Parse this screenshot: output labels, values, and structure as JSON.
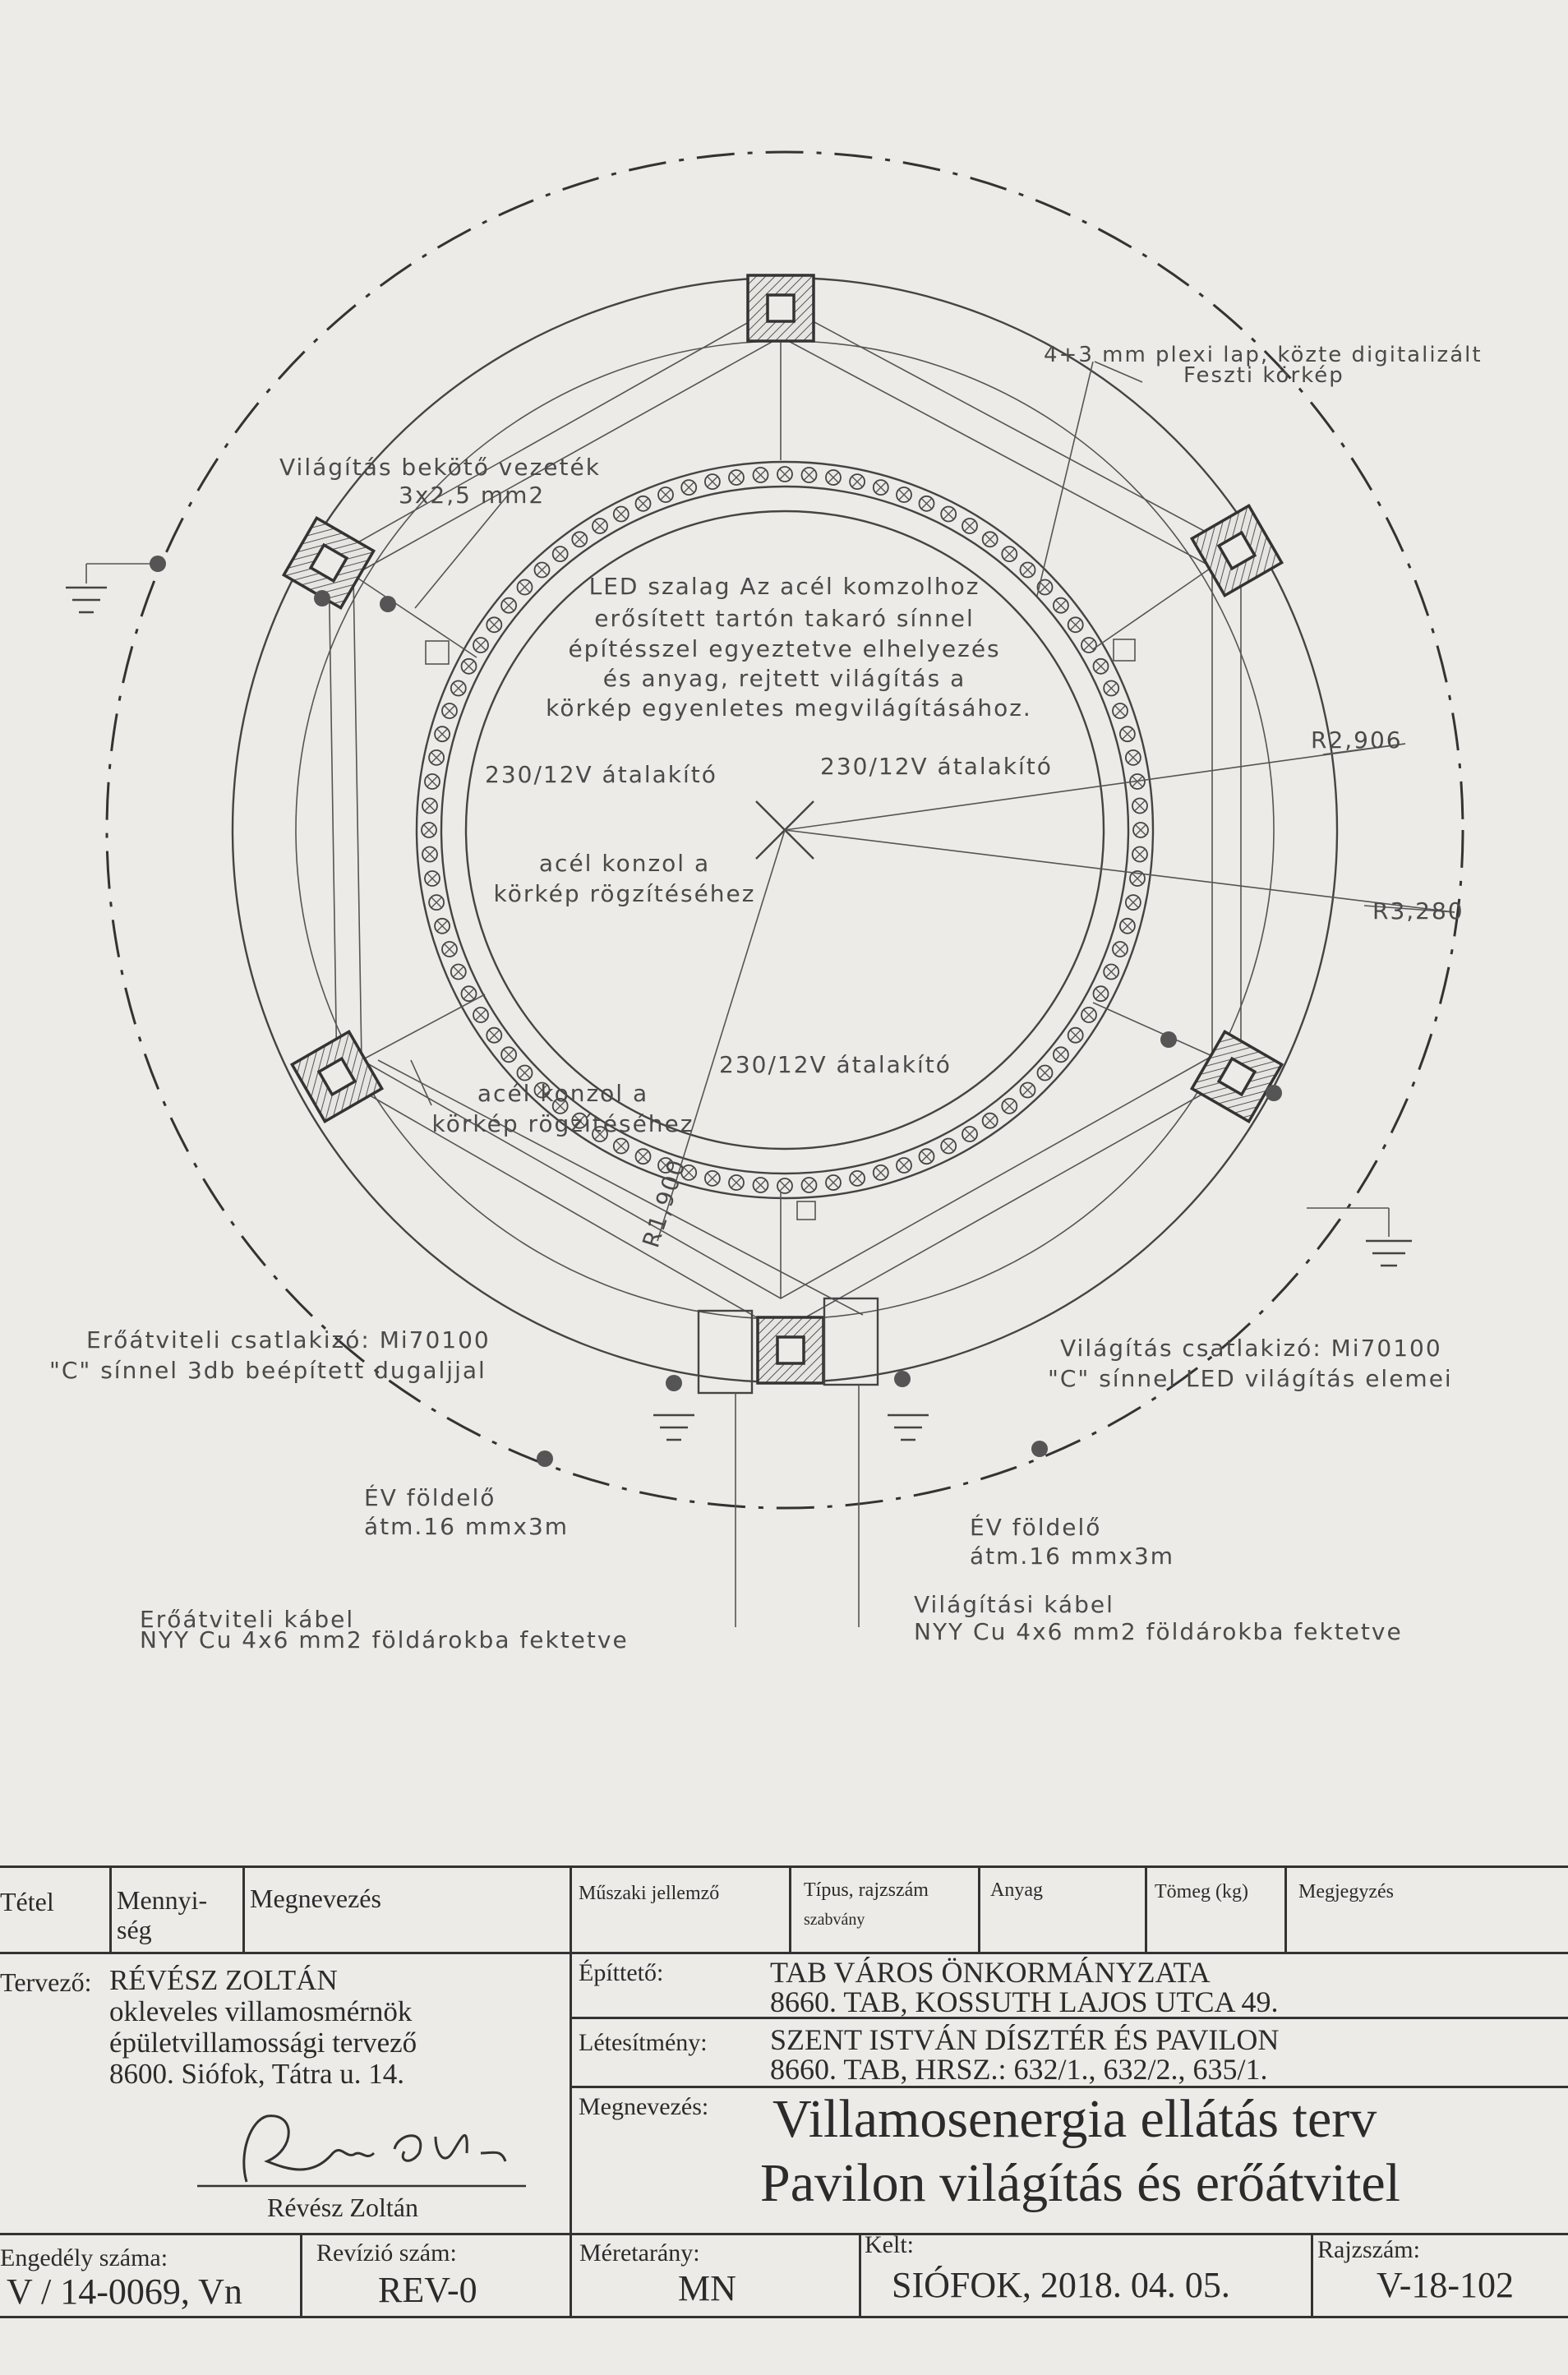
{
  "drawing": {
    "labels": {
      "plexi": [
        "4+3 mm plexi lap, közte digitalizált",
        "Feszti körkép"
      ],
      "vilagitas_bekoto": [
        "Világítás bekötő vezeték",
        "3x2,5 mm2"
      ],
      "led_szalag": [
        "LED szalag Az acél komzolhoz",
        "erősített tartón takaró sínnel",
        "építésszel egyeztetve elhelyezés",
        "és anyag, rejtett világítás a",
        "körkép egyenletes megvilágításához."
      ],
      "atalakito_1": "230/12V átalakító",
      "atalakito_2": "230/12V átalakító",
      "atalakito_3": "230/12V átalakító",
      "acel_konzol_1": [
        "acél konzol a",
        "körkép rögzítéséhez"
      ],
      "acel_konzol_2": [
        "acél konzol a",
        "körkép rögzítéséhez"
      ],
      "r_outer": "R3,280",
      "r_mid": "R2,906",
      "r_inner": "R1,900",
      "eroatviteli_csatlakozo": [
        "Erőátviteli csatlakizó: Mi70100",
        "\"C\" sínnel 3db beépített dugaljjal"
      ],
      "vilagitas_csatlakozo": [
        "Világítás csatlakizó: Mi70100",
        "\"C\" sínnel LED világítás elemei"
      ],
      "ev_foldelo_left": [
        "ÉV földelő",
        "átm.16 mmx3m"
      ],
      "ev_foldelo_right": [
        "ÉV földelő",
        "átm.16 mmx3m"
      ],
      "eroatviteli_kabel": [
        "Erőátviteli kábel",
        "NYY Cu 4x6 mm2 földárokba fektetve"
      ],
      "vilagitasi_kabel": [
        "Világítási kábel",
        "NYY Cu 4x6 mm2 földárokba fektetve"
      ]
    }
  },
  "title_block": {
    "header": {
      "tetel": "Tétel",
      "mennyiseg": [
        "Mennyi-",
        "ség"
      ],
      "megnevezes": "Megnevezés",
      "muszaki": "Műszaki jellemző",
      "tipus": [
        "Típus, rajzszám",
        "szabvány"
      ],
      "anyag": "Anyag",
      "tomeg": "Tömeg (kg)",
      "megjegyzes": "Megjegyzés"
    },
    "tervezo_label": "Tervező:",
    "tervezo_lines": [
      "RÉVÉSZ ZOLTÁN",
      "okleveles villamosmérnök",
      "épületvillamossági tervező",
      "8600. Siófok, Tátra u. 14."
    ],
    "signature_name": "Révész Zoltán",
    "epitteto_label": "Építtető:",
    "epitteto_lines": [
      "TAB VÁROS ÖNKORMÁNYZATA",
      "8660. TAB, KOSSUTH LAJOS UTCA 49."
    ],
    "letesitmeny_label": "Létesítmény:",
    "letesitmeny_lines": [
      "SZENT ISTVÁN DÍSZTÉR ÉS PAVILON",
      "8660. TAB, HRSZ.: 632/1., 632/2., 635/1."
    ],
    "megnevezes_label": "Megnevezés:",
    "megnevezes_lines": [
      "Villamosenergia ellátás terv",
      "Pavilon világítás és erőátvitel"
    ],
    "engedely_label": "Engedély száma:",
    "engedely_value": "V / 14-0069, Vn",
    "revizio_label": "Revízió szám:",
    "revizio_value": "REV-0",
    "meretarany_label": "Méretarány:",
    "meretarany_value": "MN",
    "kelt_label": "Kelt:",
    "kelt_value": "SIÓFOK, 2018. 04. 05.",
    "rajzszam_label": "Rajzszám:",
    "rajzszam_value": "V-18-102"
  }
}
